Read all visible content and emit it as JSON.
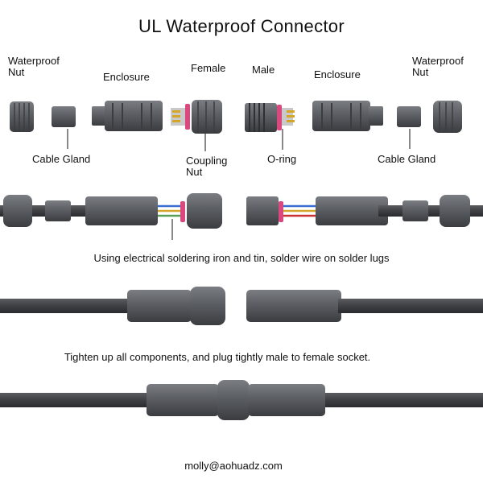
{
  "title": "UL Waterproof Connector",
  "labels": {
    "waterproof_nut_left": "Waterproof\nNut",
    "enclosure_left": "Enclosure",
    "female": "Female",
    "male": "Male",
    "enclosure_right": "Enclosure",
    "waterproof_nut_right": "Waterproof\nNut",
    "cable_gland_left": "Cable Gland",
    "coupling_nut": "Coupling\nNut",
    "o_ring": "O-ring",
    "cable_gland_right": "Cable Gland"
  },
  "captions": {
    "soldering": "Using electrical soldering iron and tin, solder wire on solder lugs",
    "tighten": "Tighten up all components, and plug tightly male to female socket."
  },
  "contact": "molly@aohuadz.com",
  "colors": {
    "housing": "#5b5e63",
    "housing_dark": "#3a3c40",
    "cable": "#3d3f43",
    "oring": "#d9487f",
    "pin": "#d4a72c"
  }
}
